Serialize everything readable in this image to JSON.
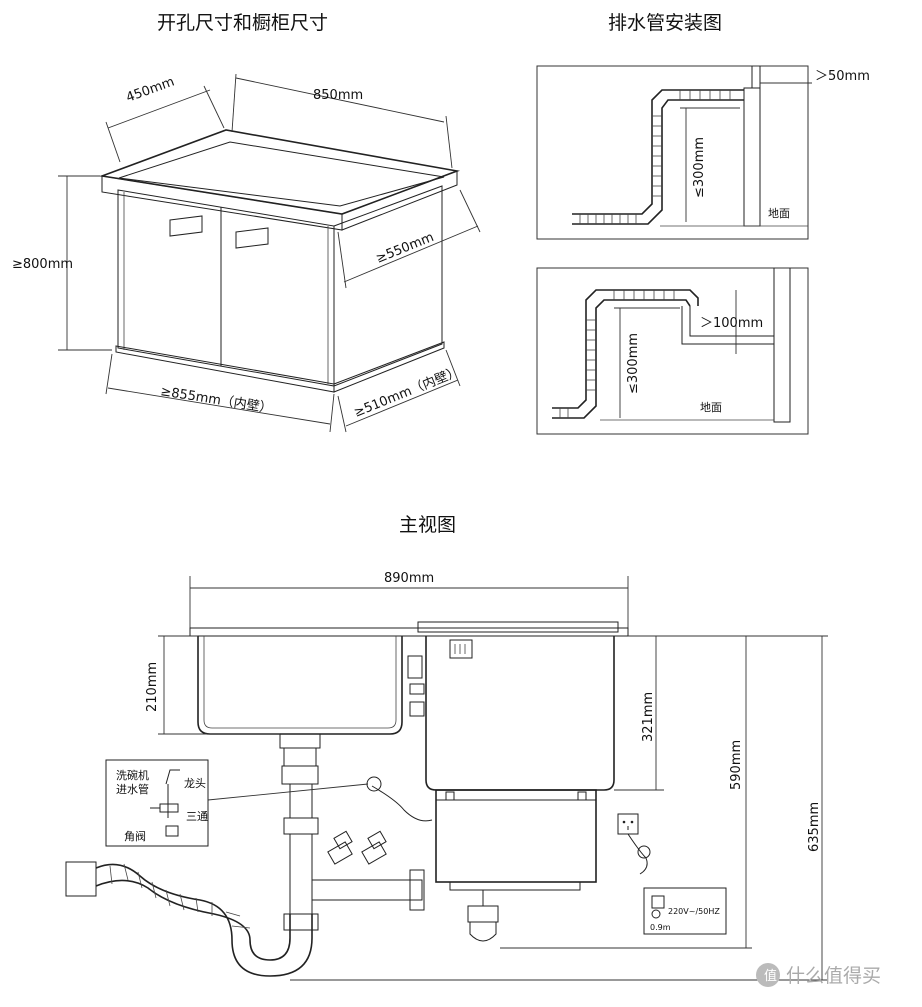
{
  "titles": {
    "cabinet": "开孔尺寸和橱柜尺寸",
    "drain": "排水管安装图",
    "front_view": "主视图"
  },
  "cabinet_dims": {
    "width_top": "850mm",
    "depth_top": "450mm",
    "height": "≥800mm",
    "depth_side": "≥550mm",
    "width_inner": "≥855mm（内壁）",
    "depth_inner": "≥510mm（内壁）"
  },
  "drain_top": {
    "gap": "＞50mm",
    "height": "≤300mm",
    "floor": "地面"
  },
  "drain_bottom": {
    "gap": "＞100mm",
    "height": "≤300mm",
    "floor": "地面"
  },
  "front_view_dims": {
    "width": "890mm",
    "sink_depth": "210mm",
    "bowl_depth": "321mm",
    "height_mid": "590mm",
    "height_total": "635mm"
  },
  "callout": {
    "dishwasher_inlet_line1": "洗碗机",
    "dishwasher_inlet_line2": "进水管",
    "faucet": "龙头",
    "tee": "三通",
    "angle_valve": "角阀"
  },
  "socket": {
    "spec": "220V~/50HZ",
    "cord": "0.9m"
  },
  "watermark": "值 什么值得买"
}
